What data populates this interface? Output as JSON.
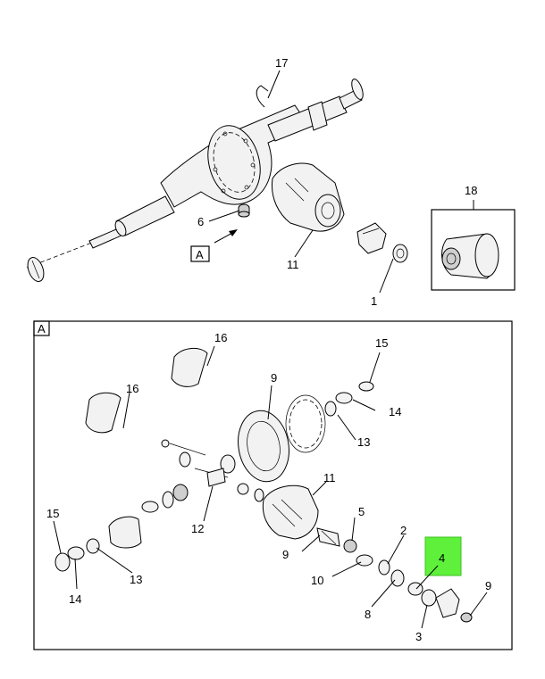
{
  "callouts": {
    "c17": "17",
    "c18": "18",
    "c6": "6",
    "c11_top": "11",
    "c1": "1",
    "c16_a": "16",
    "c15_right": "15",
    "c9_ring": "9",
    "c16_b": "16",
    "c14_right": "14",
    "c13_right": "13",
    "c11_a": "11",
    "c12": "12",
    "c5": "5",
    "c15_left": "15",
    "c2": "2",
    "c9_pinion": "9",
    "c4": "4",
    "c10": "10",
    "c13_left": "13",
    "c14_left": "14",
    "c9_nut": "9",
    "c8": "8",
    "c3": "3"
  },
  "view_labels": {
    "view_ref": "A",
    "detail_frame": "A"
  },
  "colors": {
    "highlight": "#5ef03a",
    "line": "#000000"
  }
}
